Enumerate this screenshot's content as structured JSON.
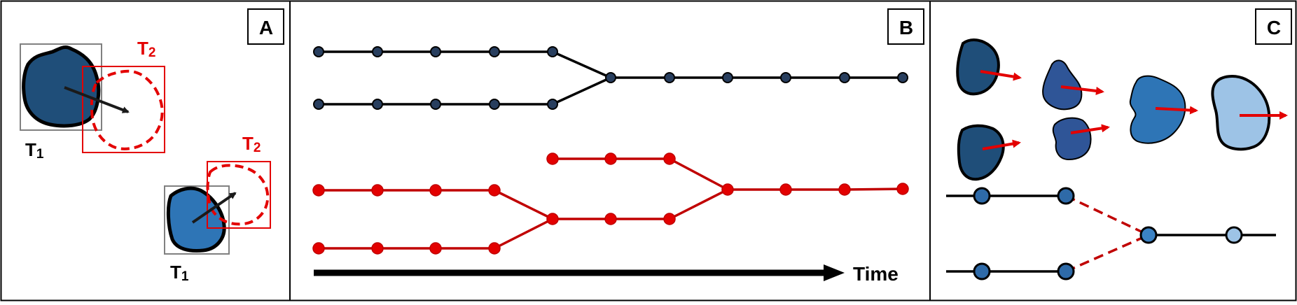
{
  "panels": {
    "a": {
      "letter": "A"
    },
    "b": {
      "letter": "B",
      "time_label": "Time"
    },
    "c": {
      "letter": "C"
    }
  },
  "labels": {
    "t1_top": "T",
    "t1_top_sub": "1",
    "t2_top": "T",
    "t2_top_sub": "2",
    "t1_bottom": "T",
    "t1_bottom_sub": "1",
    "t2_bottom": "T",
    "t2_bottom_sub": "2"
  },
  "colors": {
    "black": "#000000",
    "red": "#e30000",
    "dark_navy_node": "#283e5e",
    "blob_dark": "#1f4e79",
    "blob_mid": "#2e75b6",
    "blob_medium_dark": "#2f5597",
    "blob_light": "#9dc3e6",
    "gray_box": "#808080"
  }
}
